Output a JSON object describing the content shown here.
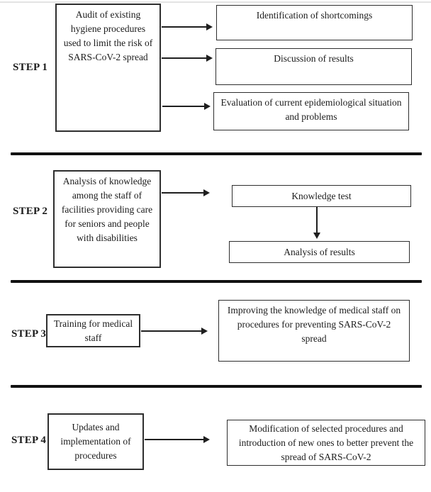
{
  "steps": [
    {
      "label": "STEP 1",
      "source": "Audit of existing hygiene procedures used to limit the risk of SARS-CoV-2 spread",
      "outputs": [
        "Identification of shortcomings",
        "Discussion of results",
        "Evaluation of current epidemiological situation and problems"
      ]
    },
    {
      "label": "STEP 2",
      "source": "Analysis of knowledge among the staff of facilities providing care for seniors and people with disabilities",
      "outputs": [
        "Knowledge test",
        "Analysis of results"
      ]
    },
    {
      "label": "STEP 3",
      "source": "Training for medical staff",
      "outputs": [
        "Improving the knowledge of medical staff on procedures for preventing SARS-CoV-2 spread"
      ]
    },
    {
      "label": "STEP 4",
      "source": "Updates and implementation of procedures",
      "outputs": [
        "Modification of selected procedures and introduction of new ones to better prevent the spread of SARS-CoV-2"
      ]
    }
  ],
  "colors": {
    "background": "#ffffff",
    "text": "#1b1b1b",
    "box-border": "#2e2e2e",
    "divider": "#111111",
    "arrow": "#1f1f1f",
    "top-line": "#e3e3e3"
  }
}
